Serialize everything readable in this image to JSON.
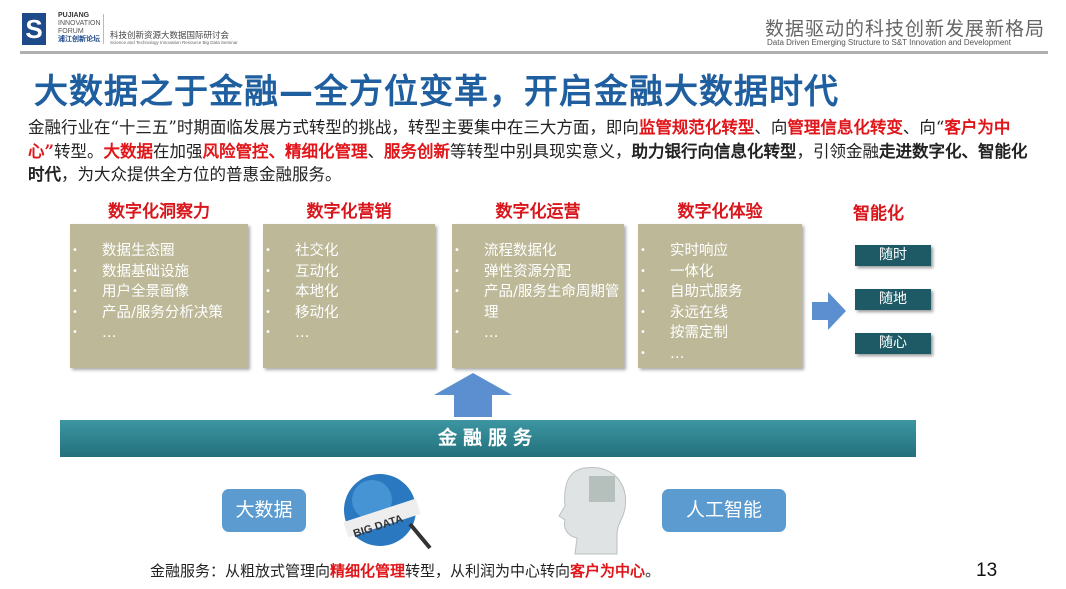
{
  "header": {
    "logo_lines": [
      "PUJIANG",
      "INNOVATION",
      "FORUM",
      "浦江创新论坛"
    ],
    "forum_cn": "科技创新资源大数据国际研讨会",
    "forum_en": "Science and Technology Innovation Resource Big Data Seminar",
    "theme_cn": "数据驱动的科技创新发展新格局",
    "theme_en": "Data Driven Emerging Structure to S&T Innovation and Development"
  },
  "title": "大数据之于金融—全方位变革，开启金融大数据时代",
  "paragraph": [
    {
      "text": "金融行业在“十三五”时期面临发展方式转型的挑战，转型主要集中在三大方面，即向",
      "style": "normal"
    },
    {
      "text": "监管规范化转型",
      "style": "red"
    },
    {
      "text": "、向",
      "style": "normal"
    },
    {
      "text": "管理信息化转变",
      "style": "red"
    },
    {
      "text": "、向“",
      "style": "normal"
    },
    {
      "text": "客户为中心”",
      "style": "red"
    },
    {
      "text": "转型。",
      "style": "normal"
    },
    {
      "text": "大数据",
      "style": "red"
    },
    {
      "text": "在加强",
      "style": "normal"
    },
    {
      "text": "风险管控、精细化管理",
      "style": "red"
    },
    {
      "text": "、",
      "style": "normal"
    },
    {
      "text": "服务创新",
      "style": "red"
    },
    {
      "text": "等转型中别具现实意义，",
      "style": "normal"
    },
    {
      "text": "助力银行向信息化转型",
      "style": "bold"
    },
    {
      "text": "，引领金融",
      "style": "normal"
    },
    {
      "text": "走进数字化、智能化时代",
      "style": "bold"
    },
    {
      "text": "，为大众提供全方位的普惠金融服务。",
      "style": "normal"
    }
  ],
  "categories": [
    {
      "title": "数字化洞察力",
      "items": [
        "数据生态圈",
        "数据基础设施",
        "用户全景画像",
        "产品/服务分析决策",
        "…"
      ]
    },
    {
      "title": "数字化营销",
      "items": [
        "社交化",
        "互动化",
        "本地化",
        "移动化",
        "…"
      ]
    },
    {
      "title": "数字化运营",
      "items": [
        "流程数据化",
        "弹性资源分配",
        "产品/服务生命周期管理",
        "…"
      ]
    },
    {
      "title": "数字化体验",
      "items": [
        "实时响应",
        "一体化",
        "自助式服务",
        "永远在线",
        "按需定制",
        "…"
      ]
    }
  ],
  "smart": {
    "title": "智能化",
    "tags": [
      "随时",
      "随地",
      "随心"
    ]
  },
  "band": "金融服务",
  "pills": [
    "大数据",
    "人工智能"
  ],
  "images": {
    "bigdata_globe": "BIG DATA"
  },
  "footer": [
    {
      "text": "金融服务：从粗放式管理向",
      "style": "normal"
    },
    {
      "text": "精细化管理",
      "style": "red"
    },
    {
      "text": "转型，从利润为中心转向",
      "style": "normal"
    },
    {
      "text": "客户为中心",
      "style": "red"
    },
    {
      "text": "。",
      "style": "normal"
    }
  ],
  "page_number": "13",
  "colors": {
    "title": "#1f5f9f",
    "red": "#e0161a",
    "box": "#bdb898",
    "band": "#2a7f8b",
    "tag": "#1e5a65",
    "pill": "#5b9bd0",
    "arrow": "#5b8fd0"
  }
}
